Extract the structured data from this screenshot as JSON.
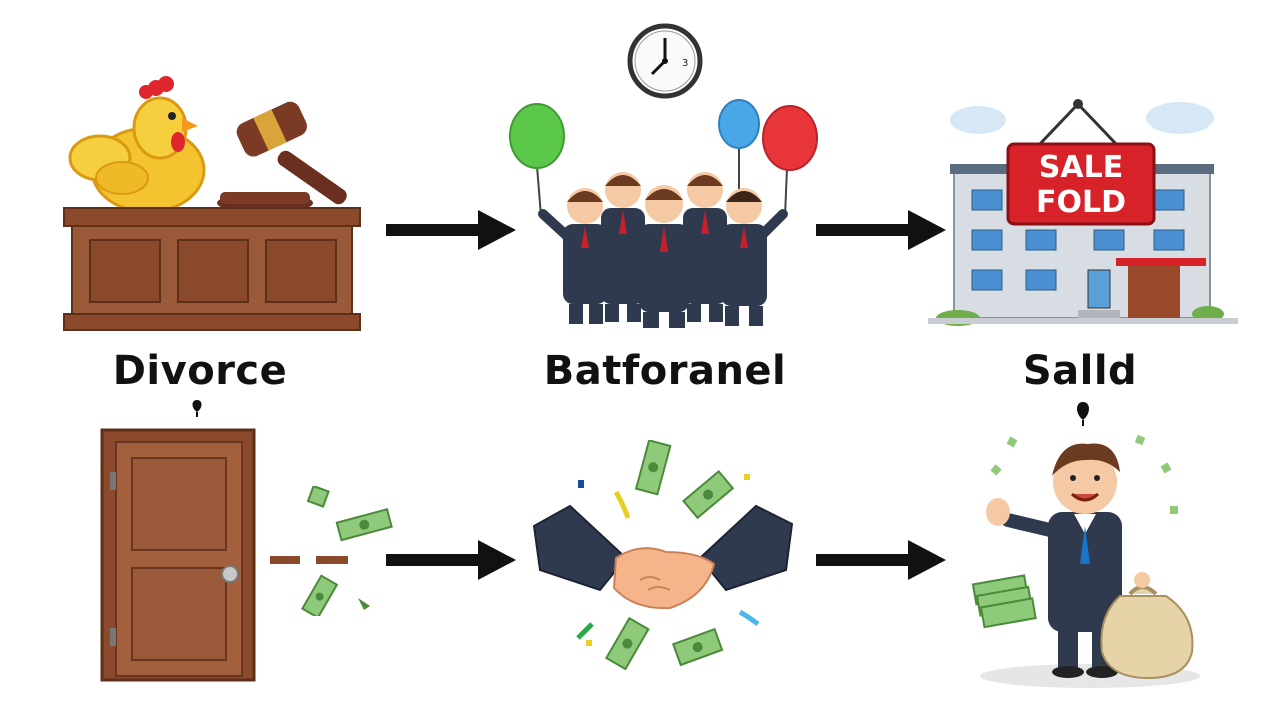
{
  "labels": {
    "divorce": "Divorce",
    "party": "Batforanel",
    "sold": "Salld"
  },
  "sign": {
    "line1": "SALE",
    "line2": "FOLD"
  },
  "clock": {
    "face_text": "3"
  },
  "icons": [
    "chicken-icon",
    "gavel-icon",
    "judge-bench-icon",
    "clock-icon",
    "balloon-icon",
    "businessmen-group-icon",
    "building-icon",
    "sale-sign-icon",
    "door-icon",
    "money-bill-icon",
    "handshake-icon",
    "confetti-icon",
    "businessman-icon",
    "money-bag-icon",
    "arrow-right-icon",
    "pin-marker-icon"
  ],
  "colors": {
    "arrow": "#111111",
    "sign_red": "#d8222a",
    "bench_brown": "#8b4a2b",
    "door_brown": "#9a5a3a",
    "money_green": "#7fbf6a",
    "suit_navy": "#2f3a4f"
  }
}
